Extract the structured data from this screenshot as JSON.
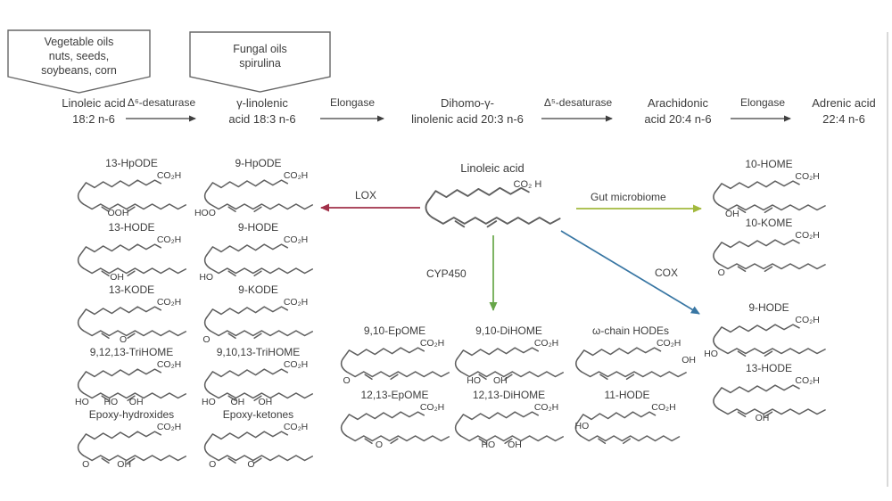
{
  "source_boxes": [
    {
      "lines": [
        "Vegetable oils",
        "nuts, seeds,",
        "soybeans, corn"
      ]
    },
    {
      "lines": [
        "Fungal oils",
        "spirulina"
      ]
    }
  ],
  "pathway": {
    "nodes": [
      {
        "line1": "Linoleic acid",
        "line2": "18:2 n-6"
      },
      {
        "line1": "γ-linolenic",
        "line2": "acid 18:3 n-6"
      },
      {
        "line1": "Dihomo-γ-",
        "line2": "linolenic acid 20:3 n-6"
      },
      {
        "line1": "Arachidonic",
        "line2": "acid 20:4 n-6"
      },
      {
        "line1": "Adrenic acid",
        "line2": "22:4 n-6"
      }
    ],
    "enzymes": [
      {
        "label": "Δ⁶-desaturase"
      },
      {
        "label": "Elongase"
      },
      {
        "label": "Δ⁵-desaturase"
      },
      {
        "label": "Elongase"
      }
    ]
  },
  "center_molecule": {
    "title": "Linoleic acid",
    "co2h": "CO₂ H"
  },
  "branches": {
    "lox": {
      "label": "LOX",
      "color": "#a13049"
    },
    "gut": {
      "label": "Gut microbiome",
      "color": "#a2b93e"
    },
    "cyp450": {
      "label": "CYP450",
      "color": "#67a649"
    },
    "cox": {
      "label": "COX",
      "color": "#3876a3"
    }
  },
  "labels": {
    "co2h": "CO₂H"
  },
  "groups": {
    "lox_products": [
      {
        "title": "13-HpODE",
        "subs": [
          "OOH"
        ]
      },
      {
        "title": "9-HpODE",
        "subs": [
          "HOO"
        ]
      },
      {
        "title": "13-HODE",
        "subs": [
          "OH"
        ]
      },
      {
        "title": "9-HODE",
        "subs": [
          "HO"
        ]
      },
      {
        "title": "13-KODE",
        "subs": [
          "O"
        ]
      },
      {
        "title": "9-KODE",
        "subs": [
          "O"
        ]
      },
      {
        "title": "9,12,13-TriHOME",
        "subs": [
          "HO",
          "HO",
          "OH"
        ]
      },
      {
        "title": "9,10,13-TriHOME",
        "subs": [
          "HO",
          "OH",
          "OH"
        ]
      },
      {
        "title": "Epoxy-hydroxides",
        "subs": [
          "O",
          "OH"
        ]
      },
      {
        "title": "Epoxy-ketones",
        "subs": [
          "O",
          "O"
        ]
      }
    ],
    "cyp450_products": [
      {
        "title": "9,10-EpOME",
        "subs": [
          "O"
        ]
      },
      {
        "title": "9,10-DiHOME",
        "subs": [
          "HO",
          "OH"
        ]
      },
      {
        "title": "ω-chain HODEs",
        "subs": [
          "OH"
        ]
      },
      {
        "title": "12,13-EpOME",
        "subs": [
          "O"
        ]
      },
      {
        "title": "12,13-DiHOME",
        "subs": [
          "HO",
          "OH"
        ]
      },
      {
        "title": "11-HODE",
        "subs": [
          "HO"
        ]
      }
    ],
    "gut_products": [
      {
        "title": "10-HOME",
        "subs": [
          "OH"
        ]
      },
      {
        "title": "10-KOME",
        "subs": [
          "O"
        ]
      }
    ],
    "cox_products": [
      {
        "title": "9-HODE",
        "subs": [
          "HO"
        ]
      },
      {
        "title": "13-HODE",
        "subs": [
          "OH"
        ]
      }
    ]
  }
}
